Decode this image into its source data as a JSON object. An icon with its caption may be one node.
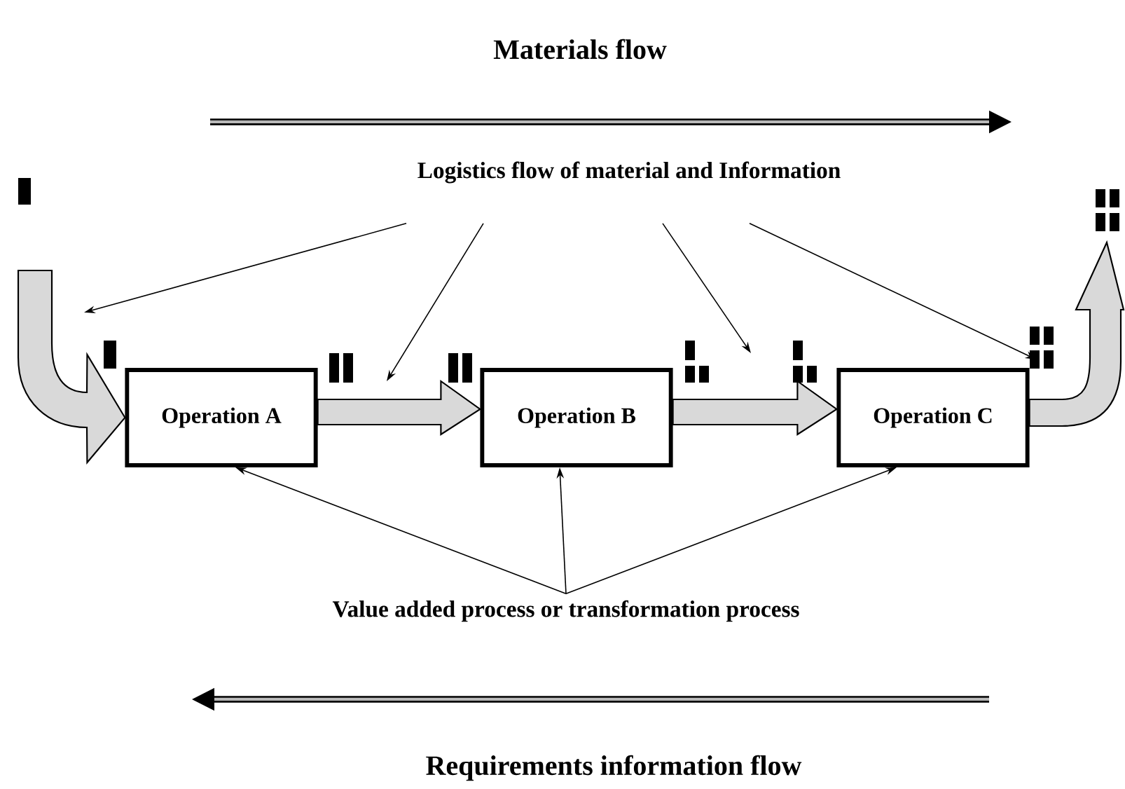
{
  "diagram": {
    "nodes": [
      {
        "text": [
          "Operation A"
        ]
      },
      {
        "text": [
          "Operation B"
        ]
      },
      {
        "text": [
          "Operation C"
        ]
      },
      {
        "text": [
          "Logistics flow of material and Information"
        ]
      },
      {
        "text": [
          "Value added process or transformation process"
        ]
      }
    ],
    "edges": [
      {
        "from": null,
        "to": 0,
        "arrow": "to",
        "style": "thick"
      },
      {
        "from": 0,
        "to": 1,
        "arrow": "to",
        "style": "thick"
      },
      {
        "from": 1,
        "to": 2,
        "arrow": "to",
        "style": "thick"
      },
      {
        "from": 2,
        "to": null,
        "arrow": "to",
        "style": "thick"
      },
      {
        "from": 3,
        "to": null,
        "arrow": "to"
      },
      {
        "from": 3,
        "to": null,
        "arrow": "to"
      },
      {
        "from": 3,
        "to": null,
        "arrow": "to"
      },
      {
        "from": 3,
        "to": 2,
        "arrow": "to"
      },
      {
        "from": 4,
        "to": 0,
        "arrow": "to"
      },
      {
        "from": 4,
        "to": 1,
        "arrow": "to"
      },
      {
        "from": 4,
        "to": 2,
        "arrow": "to"
      }
    ],
    "labels": [
      "Materials flow",
      "Requirements information flow"
    ]
  }
}
